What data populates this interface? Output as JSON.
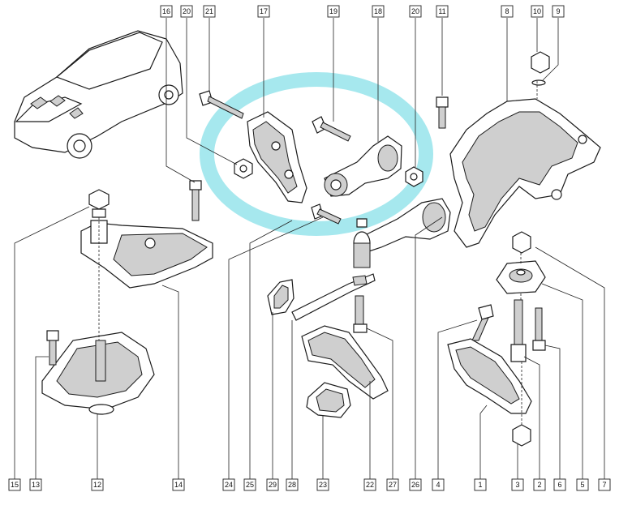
{
  "labels": {
    "top": [
      {
        "id": "lbl-16",
        "text": "16"
      },
      {
        "id": "lbl-20a",
        "text": "20"
      },
      {
        "id": "lbl-21",
        "text": "21"
      },
      {
        "id": "lbl-17",
        "text": "17"
      },
      {
        "id": "lbl-19",
        "text": "19"
      },
      {
        "id": "lbl-18",
        "text": "18"
      },
      {
        "id": "lbl-20b",
        "text": "20"
      },
      {
        "id": "lbl-11",
        "text": "11"
      },
      {
        "id": "lbl-8",
        "text": "8"
      },
      {
        "id": "lbl-10",
        "text": "10"
      },
      {
        "id": "lbl-9",
        "text": "9"
      }
    ],
    "bottom": [
      {
        "id": "lbl-15",
        "text": "15"
      },
      {
        "id": "lbl-13",
        "text": "13"
      },
      {
        "id": "lbl-12",
        "text": "12"
      },
      {
        "id": "lbl-14",
        "text": "14"
      },
      {
        "id": "lbl-24",
        "text": "24"
      },
      {
        "id": "lbl-25",
        "text": "25"
      },
      {
        "id": "lbl-29",
        "text": "29"
      },
      {
        "id": "lbl-28",
        "text": "28"
      },
      {
        "id": "lbl-23",
        "text": "23"
      },
      {
        "id": "lbl-22",
        "text": "22"
      },
      {
        "id": "lbl-27",
        "text": "27"
      },
      {
        "id": "lbl-26",
        "text": "26"
      },
      {
        "id": "lbl-4",
        "text": "4"
      },
      {
        "id": "lbl-1",
        "text": "1"
      },
      {
        "id": "lbl-3",
        "text": "3"
      },
      {
        "id": "lbl-2",
        "text": "2"
      },
      {
        "id": "lbl-6",
        "text": "6"
      },
      {
        "id": "lbl-5",
        "text": "5"
      },
      {
        "id": "lbl-7",
        "text": "7"
      }
    ]
  },
  "colors": {
    "highlight_ring": "#a6e8ee",
    "line": "#1a1a1a",
    "background": "#ffffff"
  }
}
